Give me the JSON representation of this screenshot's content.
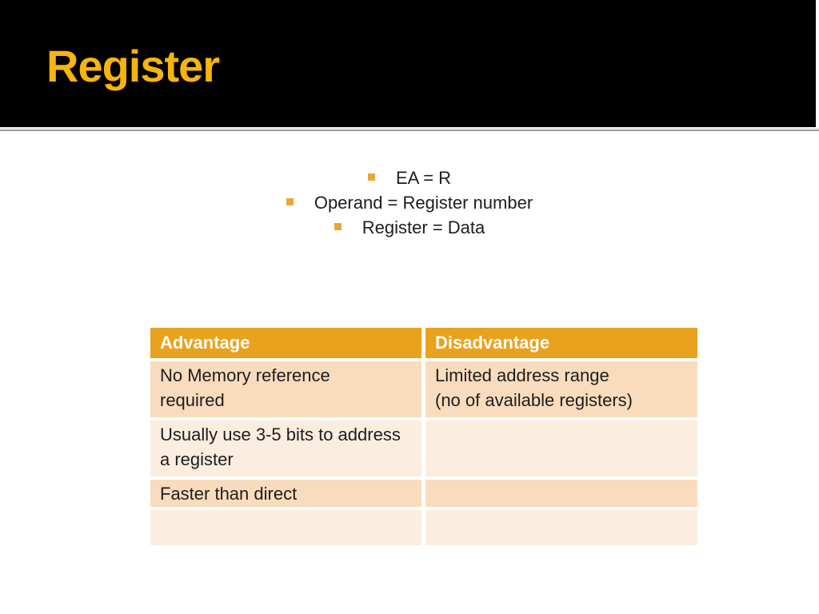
{
  "slide": {
    "title": "Register",
    "bullets": [
      {
        "text": "EA = R"
      },
      {
        "text": "Operand = Register number"
      },
      {
        "text": "Register = Data"
      }
    ],
    "table": {
      "headers": [
        {
          "label": "Advantage"
        },
        {
          "label": "Disadvantage"
        }
      ],
      "rows": [
        {
          "cells": [
            "No Memory reference\nrequired",
            "Limited address range\n(no of available registers)"
          ]
        },
        {
          "cells": [
            "Usually use 3-5 bits to address\na register",
            ""
          ]
        },
        {
          "cells": [
            "Faster than direct",
            ""
          ]
        },
        {
          "cells": [
            "",
            ""
          ]
        }
      ]
    },
    "colors": {
      "title_text": "#F6B40E",
      "title_band_bg": "#000000",
      "bullet_marker": "#E9A733",
      "table_header_bg": "#E9A21E",
      "table_header_text": "#FFFFFF",
      "table_row_dark": "#F9DCBD",
      "table_row_light": "#FBEEE0",
      "body_text": "#1D1D1B",
      "separator_line": "#9B9B9B"
    }
  }
}
